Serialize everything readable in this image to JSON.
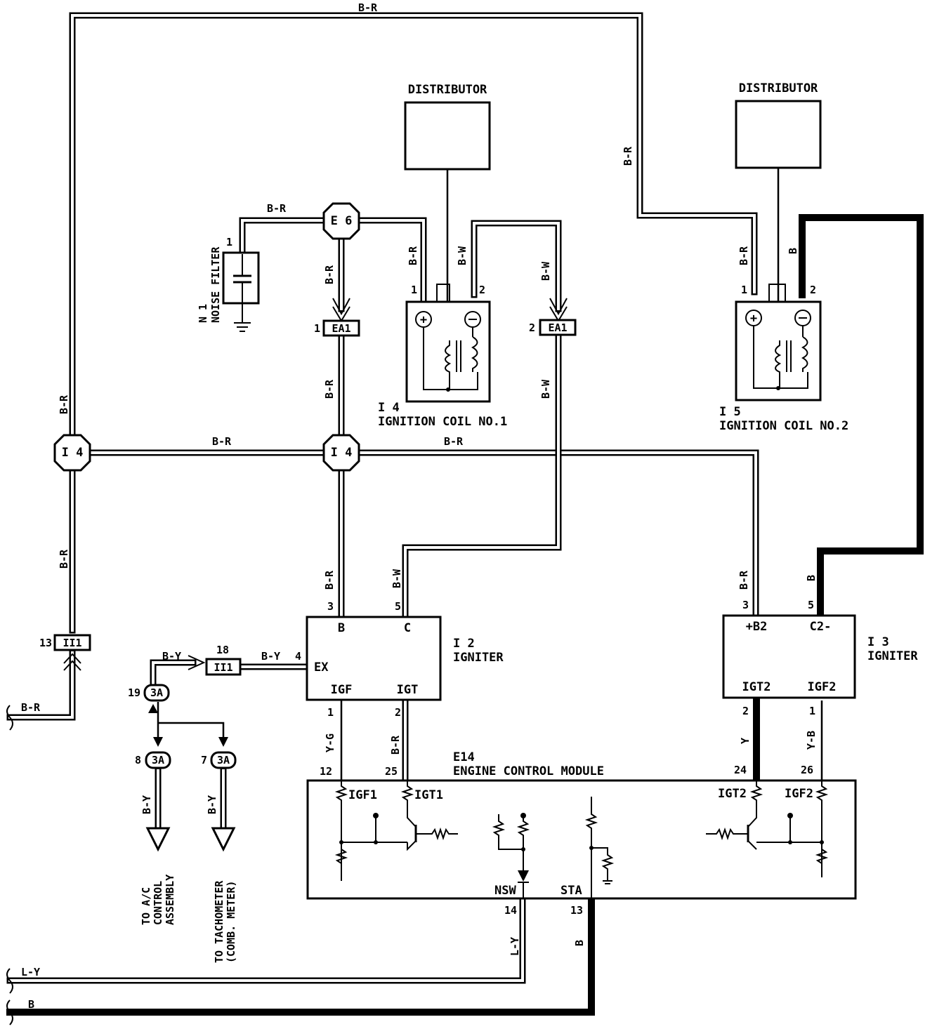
{
  "distributors": {
    "dist1": "DISTRIBUTOR",
    "dist2": "DISTRIBUTOR"
  },
  "noise_filter": {
    "id": "N 1",
    "name": "NOISE FILTER",
    "pin": "1"
  },
  "ignition_coil_1": {
    "id": "I 4",
    "name": "IGNITION COIL NO.1",
    "pin_pos": "1",
    "pin_neg": "2"
  },
  "ignition_coil_2": {
    "id": "I 5",
    "name": "IGNITION COIL NO.2",
    "pin_pos": "1",
    "pin_neg": "2"
  },
  "igniter_1": {
    "id": "I 2",
    "name": "IGNITER",
    "term_b": "B",
    "term_c": "C",
    "term_ex": "EX",
    "term_igf": "IGF",
    "term_igt": "IGT",
    "pin_b": "3",
    "pin_c": "5",
    "pin_igf": "1",
    "pin_igt": "2",
    "pin_ex": "4"
  },
  "igniter_2": {
    "id": "I 3",
    "name": "IGNITER",
    "term_b2": "+B2",
    "term_c2": "C2-",
    "term_igt2": "IGT2",
    "term_igf2": "IGF2",
    "pin_b2": "3",
    "pin_c2": "5",
    "pin_igt2": "2",
    "pin_igf2": "1"
  },
  "ecm": {
    "id": "E14",
    "name": "ENGINE CONTROL MODULE",
    "igf1": "IGF1",
    "igt1": "IGT1",
    "igt2": "IGT2",
    "igf2": "IGF2",
    "nsw": "NSW",
    "sta": "STA",
    "pin_igf1": "12",
    "pin_igt1": "25",
    "pin_igt2": "24",
    "pin_igf2": "26",
    "pin_nsw": "14",
    "pin_sta": "13"
  },
  "junctions": {
    "e6": "E 6",
    "i4_left": "I 4",
    "i4_center": "I 4"
  },
  "connectors": {
    "ea1_left": "EA1",
    "ea1_left_pin": "1",
    "ea1_right": "EA1",
    "ea1_right_pin": "2",
    "ii1_left": "II1",
    "ii1_left_pin": "13",
    "ii1_mid": "II1",
    "ii1_mid_pin": "18",
    "c3a_top": "3A",
    "c3a_top_pin": "19",
    "c3a_left": "3A",
    "c3a_left_pin": "8",
    "c3a_right": "3A",
    "c3a_right_pin": "7"
  },
  "destinations": {
    "ac_line1": "TO A/C",
    "ac_line2": "CONTROL",
    "ac_line3": "ASSEMBLY",
    "tach_line1": "TO TACHOMETER",
    "tach_line2": "(COMB. METER)"
  },
  "wire_colors": {
    "br": "B-R",
    "bw": "B-W",
    "b": "B",
    "by": "B-Y",
    "yg": "Y-G",
    "y": "Y",
    "yb": "Y-B",
    "ly": "L-Y"
  }
}
